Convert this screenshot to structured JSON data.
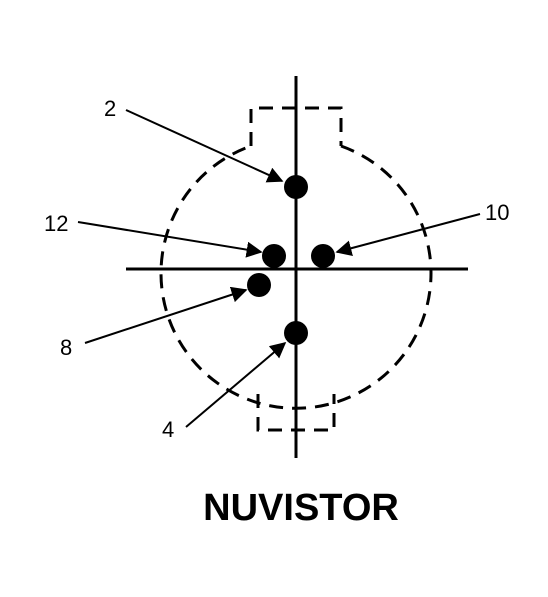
{
  "diagram": {
    "title": "NUVISTOR",
    "pins": [
      {
        "id": "pin-2",
        "label": "2"
      },
      {
        "id": "pin-12",
        "label": "12"
      },
      {
        "id": "pin-10",
        "label": "10"
      },
      {
        "id": "pin-8",
        "label": "8"
      },
      {
        "id": "pin-4",
        "label": "4"
      }
    ],
    "colors": {
      "ink": "#000000",
      "background": "#ffffff"
    }
  }
}
